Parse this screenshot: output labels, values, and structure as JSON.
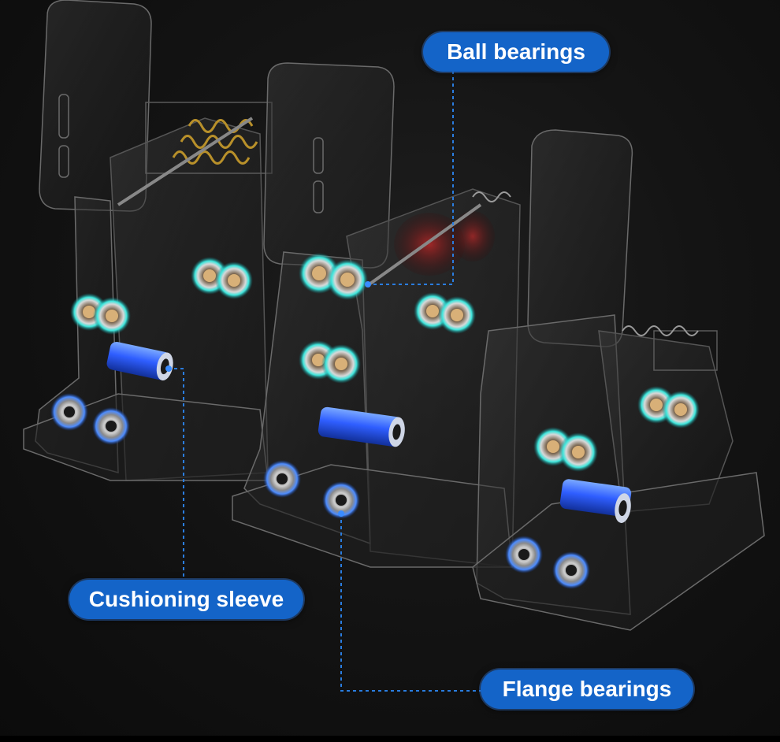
{
  "callouts": {
    "ball_bearings": "Ball bearings",
    "cushioning_sleeve": "Cushioning sleeve",
    "flange_bearings": "Flange bearings"
  },
  "colors": {
    "background": "#141414",
    "label_fill": "#1464c8",
    "label_text": "#ffffff",
    "leader_line": "#2a7de0",
    "ball_bearing_glow": "#2fe0d8",
    "flange_bearing_glow": "#4a8cff",
    "sleeve": "#2f6bff",
    "spring_yellow": "#b8902a",
    "spring_red": "#8a1c1c"
  },
  "icons": [
    "pedal-assembly",
    "ball-bearing",
    "flange-bearing",
    "cushioning-sleeve",
    "spring"
  ]
}
